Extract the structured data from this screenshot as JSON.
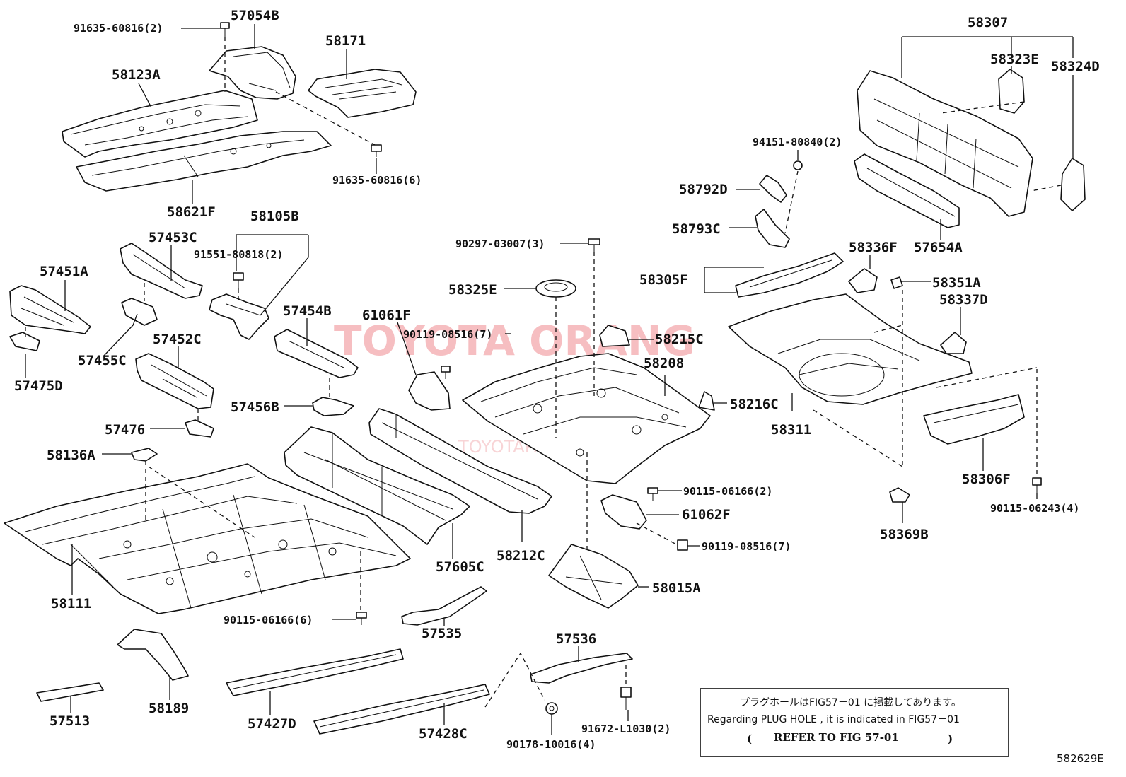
{
  "labels": {
    "p91635_60816_2": "91635-60816(2)",
    "p57054B": "57054B",
    "p58171": "58171",
    "p58123A": "58123A",
    "p91635_60816_6": "91635-60816(6)",
    "p58621F": "58621F",
    "p58307": "58307",
    "p58323E": "58323E",
    "p58324D": "58324D",
    "p94151_80840_2": "94151-80840(2)",
    "p58792D": "58792D",
    "p58793C": "58793C",
    "p57654A": "57654A",
    "p58105B": "58105B",
    "p57453C": "57453C",
    "p91551_80818_2": "91551-80818(2)",
    "p57451A": "57451A",
    "p57454B": "57454B",
    "p57455C": "57455C",
    "p57452C": "57452C",
    "p57475D": "57475D",
    "p57456B": "57456B",
    "p57476": "57476",
    "p58136A": "58136A",
    "p90297_03007_3": "90297-03007(3)",
    "p58325E": "58325E",
    "p61061F": "61061F",
    "p90119_08516_7a": "90119-08516(7)",
    "p58215C": "58215C",
    "p58208": "58208",
    "p58216C": "58216C",
    "p58336F": "58336F",
    "p58351A": "58351A",
    "p58305F": "58305F",
    "p58337D": "58337D",
    "p58311": "58311",
    "p58306F": "58306F",
    "p90115_06243_4": "90115-06243(4)",
    "p58369B": "58369B",
    "p90115_06166_2": "90115-06166(2)",
    "p61062F": "61062F",
    "p90119_08516_7b": "90119-08516(7)",
    "p58015A": "58015A",
    "p58212C": "58212C",
    "p57605C": "57605C",
    "p58111": "58111",
    "p90115_06166_6": "90115-06166(6)",
    "p57535": "57535",
    "p57536": "57536",
    "p58189": "58189",
    "p57513": "57513",
    "p57427D": "57427D",
    "p57428C": "57428C",
    "p90178_10016_4": "90178-10016(4)",
    "p91672_L1030_2": "91672-L1030(2)"
  },
  "watermark": {
    "title": "TOYOTA ORANG",
    "subtitle": "TOYOTAPARTS.CN"
  },
  "note": {
    "line_jp": "プラグホールはFIG57－01 に掲載してあります。",
    "line_en": "Regarding  PLUG HOLE , it is indicated in FIG57－01",
    "paren_open": "(",
    "refer": "REFER TO FIG 57-01",
    "paren_close": ")"
  },
  "diagram_code": "582629E",
  "colors": {
    "line": "#111111",
    "watermark": "#f3a9ad",
    "background": "#ffffff"
  }
}
